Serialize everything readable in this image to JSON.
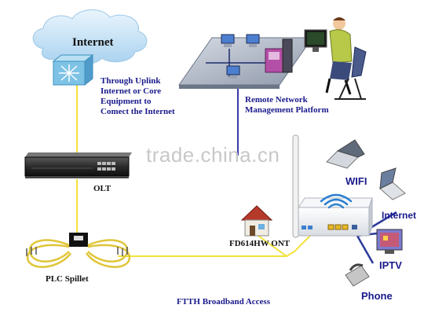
{
  "diagram": {
    "internet_label": "Internet",
    "uplink_lines": [
      "Through Uplink",
      "Internet or Core",
      "Equipment to",
      "Comect the Internet"
    ],
    "nms_lines": [
      "Remote Network",
      "Management Platform"
    ],
    "olt_label": "OLT",
    "splitter_label": "PLC Spillet",
    "ont_label": "FD614HW ONT",
    "footer": "FTTH Broadband Access",
    "watermark": "trade.china.cn",
    "clients": {
      "wifi": "WIFI",
      "internet": "Internet",
      "iptv": "IPTV",
      "phone": "Phone"
    }
  },
  "colors": {
    "fiber_line": "#f2e23a",
    "nms_line": "#3a3aa8",
    "label_text": "#1a1a8c",
    "cloud": "#cfe6f7"
  }
}
